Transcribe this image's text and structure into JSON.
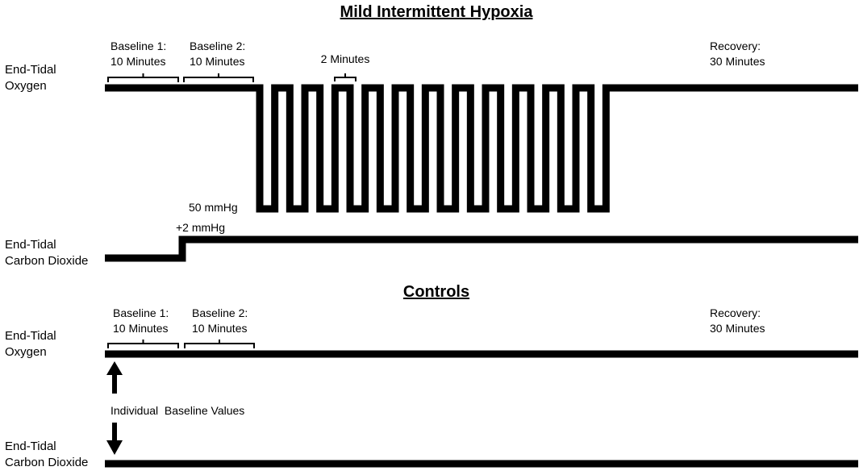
{
  "sections": {
    "mih": {
      "title": "Mild Intermittent Hypoxia",
      "o2_label": [
        "End-Tidal",
        "Oxygen"
      ],
      "co2_label": [
        "End-Tidal",
        "Carbon Dioxide"
      ],
      "baseline1": [
        "Baseline 1:",
        "10 Minutes"
      ],
      "baseline2": [
        "Baseline 2:",
        "10 Minutes"
      ],
      "episode_duration": "2 Minutes",
      "recovery": [
        "Recovery:",
        "30 Minutes"
      ],
      "hypoxia_level": "50 mmHg",
      "co2_step": "+2 mmHg",
      "hypoxic_episodes": 12
    },
    "controls": {
      "title": "Controls",
      "o2_label": [
        "End-Tidal",
        "Oxygen"
      ],
      "co2_label": [
        "End-Tidal",
        "Carbon Dioxide"
      ],
      "baseline1": [
        "Baseline 1:",
        "10 Minutes"
      ],
      "baseline2": [
        "Baseline 2:",
        "10 Minutes"
      ],
      "recovery": [
        "Recovery:",
        "30 Minutes"
      ],
      "baseline_note": "Individual  Baseline Values"
    }
  }
}
